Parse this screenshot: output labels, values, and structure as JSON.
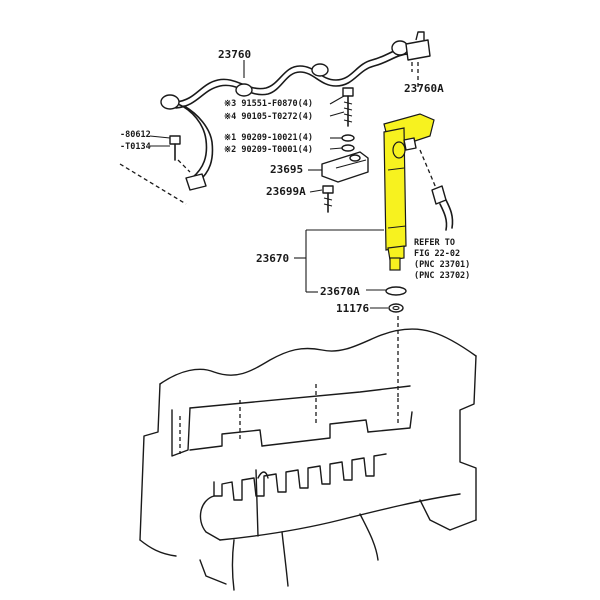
{
  "labels": {
    "rail_tube": "23760",
    "rail_bracket": "23760A",
    "screw_1": "※3 91551-F0870(4)",
    "screw_2": "※4 90105-T0272(4)",
    "washer_1": "※1 90209-10021(4)",
    "washer_2": "※2 90209-T0001(4)",
    "clamp": "23695",
    "clamp_bolt": "23699A",
    "injector": "23670",
    "injector_ring": "23670A",
    "gasket": "11176",
    "left_part_top": "-80612",
    "left_part_bottom": "-T0134",
    "refer_line1": "REFER TO",
    "refer_line2": "FIG 22-02",
    "refer_line3": "(PNC 23701)",
    "refer_line4": "(PNC 23702)"
  },
  "colors": {
    "highlight": "#f7f21f",
    "line": "#1a1a1a",
    "background": "#ffffff"
  }
}
